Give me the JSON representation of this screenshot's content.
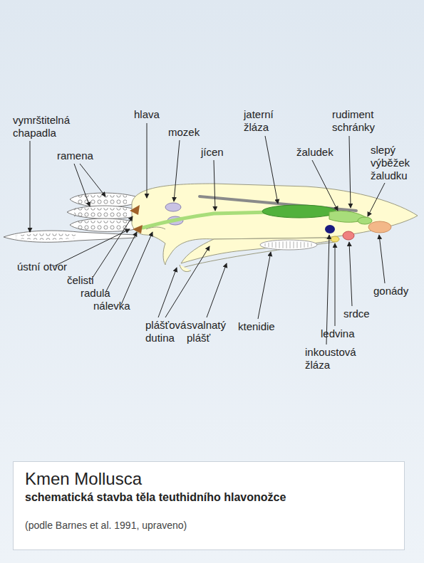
{
  "diagram": {
    "nodes": [
      {
        "text": [
          "Kmen Mollusca",
          "schematická stavba těla teuthidního hlavonožce",
          "(podle Barnes et al. 1991, upraveno)"
        ]
      }
    ],
    "labels": [
      "vymrštitelná chapadla",
      "ramena",
      "hlava",
      "mozek",
      "jícen",
      "jaterní žláza",
      "žaludek",
      "rudiment schránky",
      "slepý výběžek žaludku",
      "ústní otvor",
      "čelisti",
      "radula",
      "nálevka",
      "plášťová dutina",
      "svalnatý plášť",
      "ktenidie",
      "gonády",
      "srdce",
      "ledvina",
      "inkoustová žláza"
    ]
  }
}
